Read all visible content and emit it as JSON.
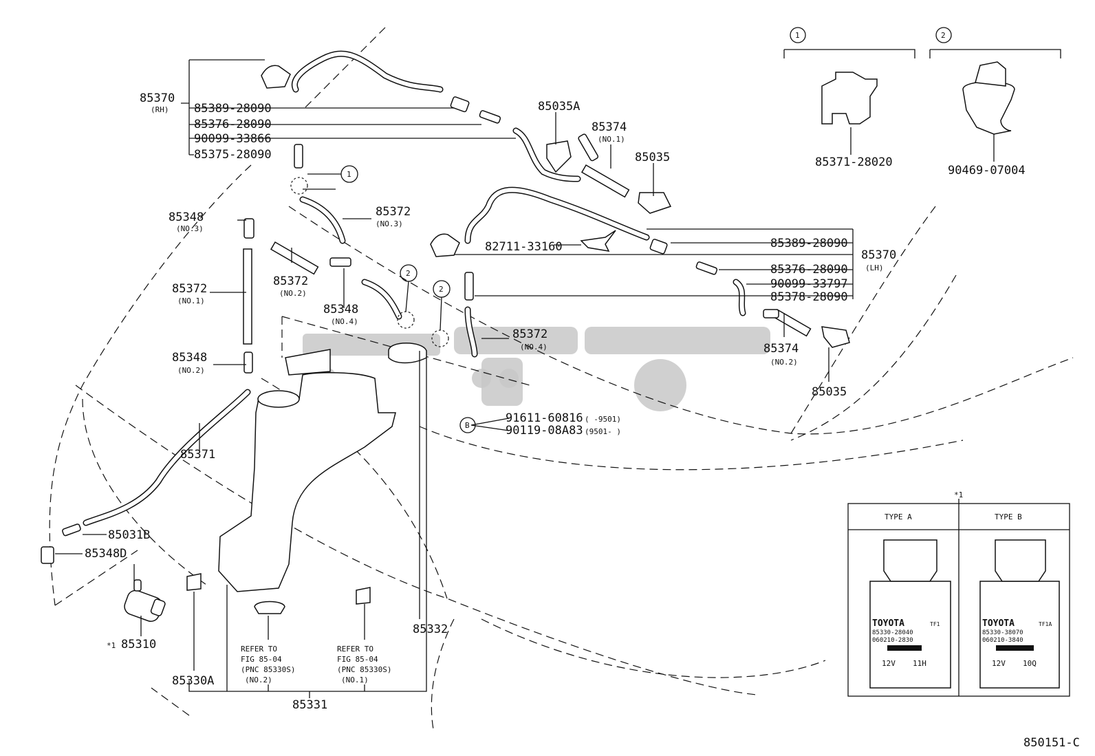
{
  "labels": {
    "p85370_rh": "85370",
    "rh": "(RH)",
    "p85389_rh": "85389-28090",
    "p85376_rh": "85376-28090",
    "p90099_33866": "90099-33866",
    "p85375": "85375-28090",
    "p85035A": "85035A",
    "p85374_1": "85374",
    "no1_a": "(NO.1)",
    "p85035_top": "85035",
    "p85372_3": "85372",
    "no3_a": "(NO.3)",
    "p85348_3": "85348",
    "no3_b": "(NO.3)",
    "p82711": "82711-33160",
    "p85389_lh": "85389-28090",
    "p85370_lh": "85370",
    "lh": "(LH)",
    "p85376_lh": "85376-28090",
    "p90099_33797": "90099-33797",
    "p85378": "85378-28090",
    "p85372_1": "85372",
    "no1_b": "(NO.1)",
    "p85372_2": "85372",
    "no2_a": "(NO.2)",
    "p85348_4": "85348",
    "no4_a": "(NO.4)",
    "p85372_4": "85372",
    "no4_b": "(NO.4)",
    "p85374_2": "85374",
    "no2_b": "(NO.2)",
    "p85035_bot": "85035",
    "p85348_2": "85348",
    "no2_c": "(NO.2)",
    "p85371": "85371",
    "p91611": "91611-60816",
    "d9501a": "(    -9501)",
    "p90119": "90119-08A83",
    "d9501b": "(9501-    )",
    "p85031B": "85031B",
    "p85348D": "85348D",
    "star1": "*1",
    "p85310": "85310",
    "p85330A": "85330A",
    "refer1_l1": "REFER TO",
    "refer1_l2": "FIG 85-04",
    "refer1_l3": "(PNC 85330S)",
    "refer1_l4": "(NO.2)",
    "refer2_l1": "REFER TO",
    "refer2_l2": "FIG 85-04",
    "refer2_l3": "(PNC 85330S)",
    "refer2_l4": "(NO.1)",
    "p85332": "85332",
    "p85331": "85331",
    "circ1": "1",
    "circ2a": "2",
    "circ2b": "2",
    "circB": "B",
    "inset1_num": "1",
    "inset2_num": "2",
    "p85371_28020": "85371-28020",
    "p90469": "90469-07004",
    "fig_code": "850151-C"
  },
  "type_table": {
    "marker": "*1",
    "type_a": "TYPE A",
    "type_b": "TYPE B",
    "a_brand": "TOYOTA",
    "a_code": "TF1",
    "a_part": "85330-28040",
    "a_num": "060210-2830",
    "a_volt": "12V",
    "a_spec": "11H",
    "b_brand": "TOYOTA",
    "b_code": "TF1A",
    "b_part": "85330-38070",
    "b_num": "060210-3840",
    "b_volt": "12V",
    "b_spec": "10Q"
  }
}
